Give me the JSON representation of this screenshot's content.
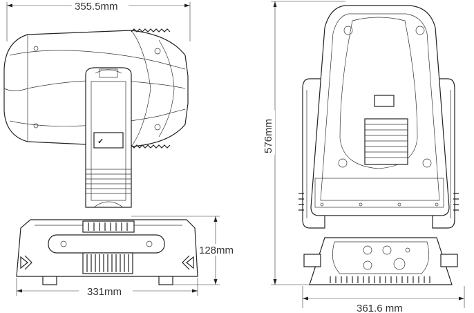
{
  "dimensions": {
    "side_width": "355.5mm",
    "base_width": "331mm",
    "base_height": "128mm",
    "total_height": "576mm",
    "front_width": "361.6 mm"
  },
  "colors": {
    "line": "#222222",
    "background": "#ffffff"
  }
}
